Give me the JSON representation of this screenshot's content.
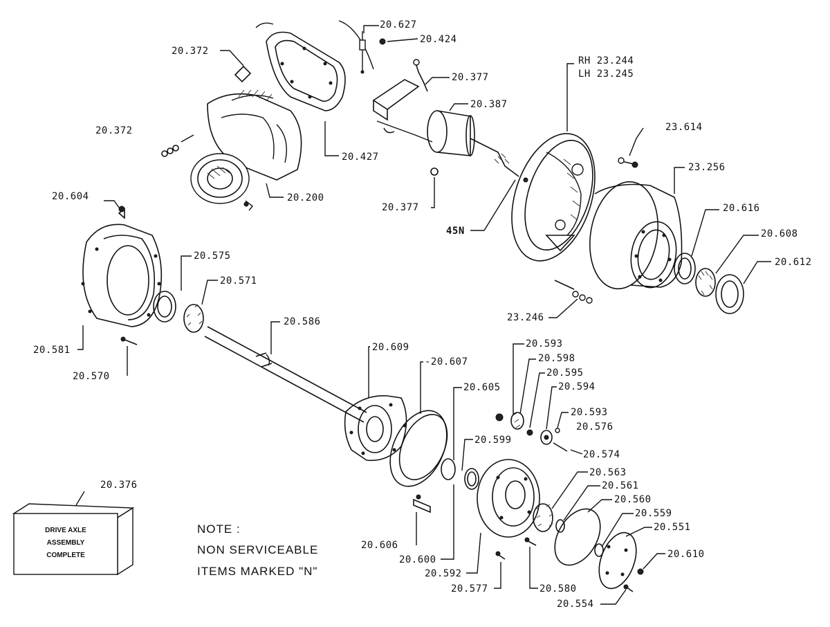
{
  "parts": [
    {
      "name": "p-20627",
      "text": "20.627"
    },
    {
      "name": "p-20424",
      "text": "20.424"
    },
    {
      "name": "p-20372a",
      "text": "20.372"
    },
    {
      "name": "p-20377a",
      "text": "20.377"
    },
    {
      "name": "p-rh",
      "text": "RH 23.244"
    },
    {
      "name": "p-lh",
      "text": "LH 23.245"
    },
    {
      "name": "p-20387",
      "text": "20.387"
    },
    {
      "name": "p-20372b",
      "text": "20.372"
    },
    {
      "name": "p-20427",
      "text": "20.427"
    },
    {
      "name": "p-23614",
      "text": "23.614"
    },
    {
      "name": "p-23256",
      "text": "23.256"
    },
    {
      "name": "p-20200",
      "text": "20.200"
    },
    {
      "name": "p-20604",
      "text": "20.604"
    },
    {
      "name": "p-20377b",
      "text": "20.377"
    },
    {
      "name": "p-45n",
      "text": "45N"
    },
    {
      "name": "p-20616",
      "text": "20.616"
    },
    {
      "name": "p-20608",
      "text": "20.608"
    },
    {
      "name": "p-20612",
      "text": "20.612"
    },
    {
      "name": "p-20575",
      "text": "20.575"
    },
    {
      "name": "p-20571",
      "text": "20.571"
    },
    {
      "name": "p-23246",
      "text": "23.246"
    },
    {
      "name": "p-20586",
      "text": "20.586"
    },
    {
      "name": "p-20581",
      "text": "20.581"
    },
    {
      "name": "p-20593a",
      "text": "20.593"
    },
    {
      "name": "p-20609",
      "text": "20.609"
    },
    {
      "name": "p-20598",
      "text": "20.598"
    },
    {
      "name": "p-20607",
      "text": "-20.607"
    },
    {
      "name": "p-20595",
      "text": "20.595"
    },
    {
      "name": "p-20570",
      "text": "20.570"
    },
    {
      "name": "p-20605",
      "text": "20.605"
    },
    {
      "name": "p-20594",
      "text": "20.594"
    },
    {
      "name": "p-20593b",
      "text": "20.593"
    },
    {
      "name": "p-20576",
      "text": "20.576"
    },
    {
      "name": "p-20599",
      "text": "20.599"
    },
    {
      "name": "p-20574",
      "text": "20.574"
    },
    {
      "name": "p-20563",
      "text": "20.563"
    },
    {
      "name": "p-20376",
      "text": "20.376"
    },
    {
      "name": "p-20561",
      "text": "20.561"
    },
    {
      "name": "p-20560",
      "text": "20.560"
    },
    {
      "name": "p-20559",
      "text": "20.559"
    },
    {
      "name": "p-20551",
      "text": "20.551"
    },
    {
      "name": "p-20606",
      "text": "20.606"
    },
    {
      "name": "p-20610",
      "text": "20.610"
    },
    {
      "name": "p-20600",
      "text": "20.600"
    },
    {
      "name": "p-20592",
      "text": "20.592"
    },
    {
      "name": "p-20577",
      "text": "20.577"
    },
    {
      "name": "p-20580",
      "text": "20.580"
    },
    {
      "name": "p-20554",
      "text": "20.554"
    }
  ],
  "note": {
    "line1": "NOTE :",
    "line2": "NON SERVICEABLE",
    "line3": "ITEMS MARKED \"N\""
  },
  "assembly_box": {
    "line1": "DRIVE  AXLE",
    "line2": "ASSEMBLY",
    "line3": "COMPLETE"
  }
}
